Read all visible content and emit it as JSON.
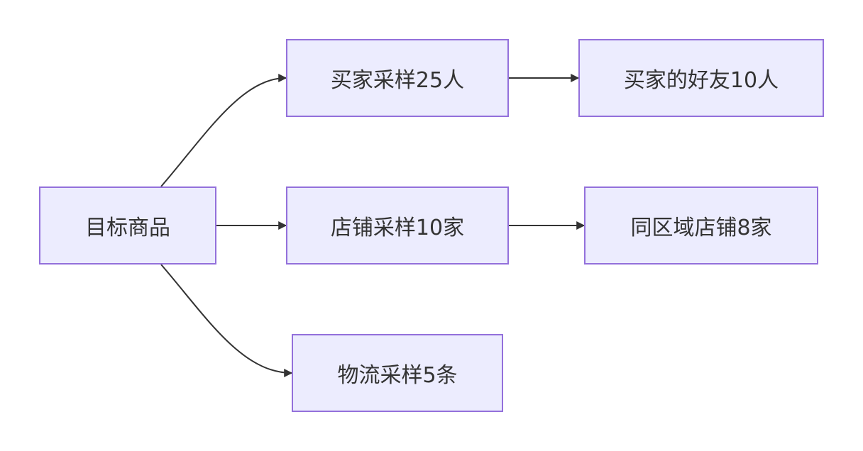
{
  "nodes": {
    "target": "目标商品",
    "buyer_sample": "买家采样25人",
    "buyer_friends": "买家的好友10人",
    "shop_sample": "店铺采样10家",
    "region_shops": "同区域店铺8家",
    "logistics_sample": "物流采样5条"
  },
  "edges": [
    {
      "from": "target",
      "to": "buyer_sample"
    },
    {
      "from": "target",
      "to": "shop_sample"
    },
    {
      "from": "target",
      "to": "logistics_sample"
    },
    {
      "from": "buyer_sample",
      "to": "buyer_friends"
    },
    {
      "from": "shop_sample",
      "to": "region_shops"
    }
  ],
  "colors": {
    "node_fill": "#ececfe",
    "node_border": "#9370db",
    "edge": "#333333",
    "text": "#333333"
  }
}
